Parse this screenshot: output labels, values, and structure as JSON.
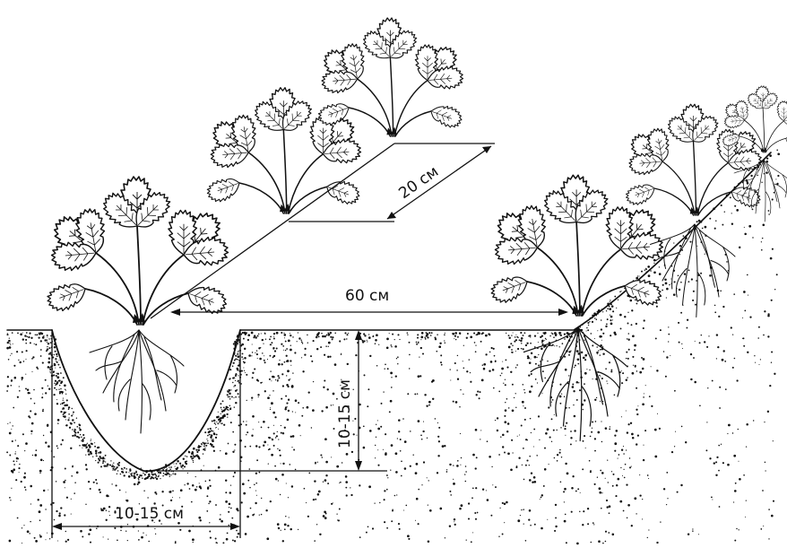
{
  "labels": {
    "row_spacing": "60 см",
    "plant_spacing": "20 см",
    "hole_depth": "10-15 см",
    "hole_width": "10-15 см"
  }
}
